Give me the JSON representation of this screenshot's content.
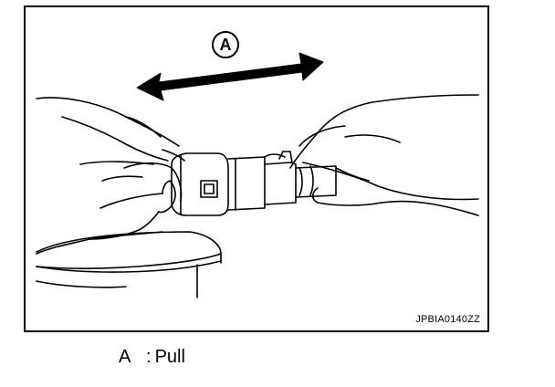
{
  "figure": {
    "callout_label": "A",
    "figure_id": "JPBIA0140ZZ",
    "arrow_icon": "double-headed-arrow-icon"
  },
  "legend": {
    "items": [
      {
        "key": "A",
        "separator": ":",
        "text": "Pull"
      }
    ]
  }
}
